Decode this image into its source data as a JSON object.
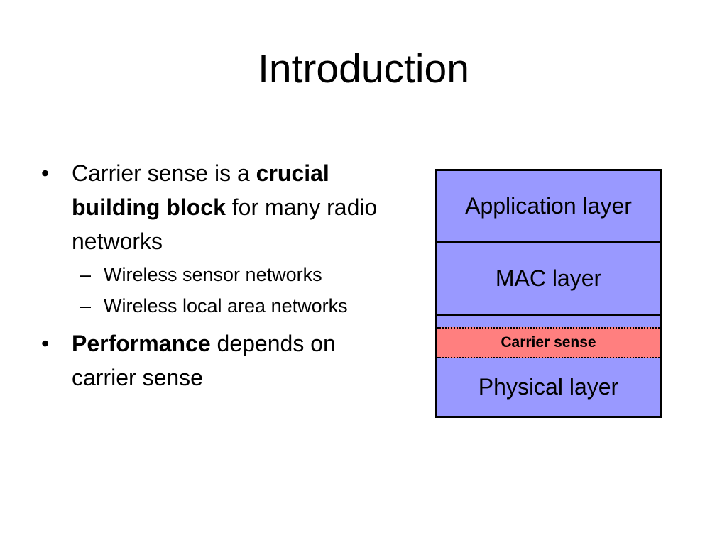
{
  "slide": {
    "title": "Introduction",
    "bullets": [
      {
        "marker": "•",
        "parts": [
          {
            "text": "Carrier sense is a ",
            "bold": false
          },
          {
            "text": "crucial building block",
            "bold": true
          },
          {
            "text": " for many radio networks",
            "bold": false
          }
        ],
        "sub_bullets": [
          {
            "marker": "–",
            "text": "Wireless sensor networks"
          },
          {
            "marker": "–",
            "text": "Wireless local area networks"
          }
        ]
      },
      {
        "marker": "•",
        "parts": [
          {
            "text": "Performance",
            "bold": true
          },
          {
            "text": " depends on carrier sense",
            "bold": false
          }
        ],
        "sub_bullets": []
      }
    ]
  },
  "stack": {
    "layers": {
      "application": "Application layer",
      "mac": "MAC layer",
      "carrier_sense": "Carrier sense",
      "physical": "Physical layer"
    },
    "colors": {
      "layer_fill": "#9999ff",
      "carrier_sense_fill": "#ff7f7f",
      "border": "#000000"
    }
  }
}
